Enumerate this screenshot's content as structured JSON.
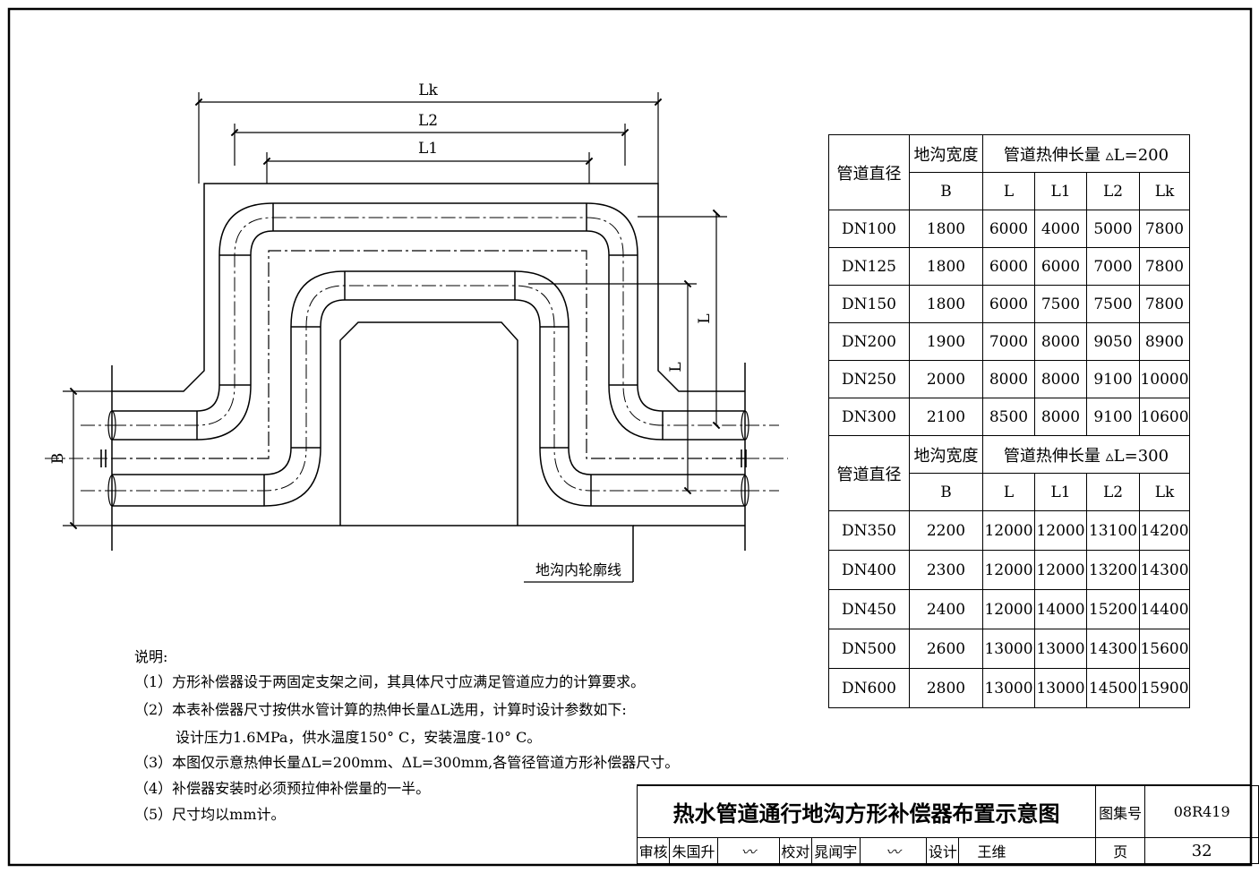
{
  "diagram": {
    "dimensions": {
      "lk": "Lk",
      "l2": "L2",
      "l1": "L1",
      "l_right": "L",
      "l_inner": "L",
      "b": "B"
    },
    "contour_label": "地沟内轮廓线"
  },
  "notes": {
    "heading": "说明:",
    "items": [
      "（1）方形补偿器设于两固定支架之间，其具体尺寸应满足管道应力的计算要求。",
      "（2）本表补偿器尺寸按供水管计算的热伸长量ΔL选用，计算时设计参数如下:",
      "设计压力1.6MPa，供水温度150° C，安装温度-10° C。",
      "（3）本图仅示意热伸长量ΔL=200mm、ΔL=300mm,各管径管道方形补偿器尺寸。",
      "（4）补偿器安装时必须预拉伸补偿量的一半。",
      "（5）尺寸均以mm计。"
    ]
  },
  "table": {
    "col_pipe": "管道直径",
    "col_width": "地沟宽度",
    "col_b": "B",
    "sub_cols": [
      "L",
      "L1",
      "L2",
      "Lk"
    ],
    "groups": [
      {
        "title": "管道热伸长量 ▵L=200",
        "rows": [
          [
            "DN100",
            "1800",
            "6000",
            "4000",
            "5000",
            "7800"
          ],
          [
            "DN125",
            "1800",
            "6000",
            "6000",
            "7000",
            "7800"
          ],
          [
            "DN150",
            "1800",
            "6000",
            "7500",
            "7500",
            "7800"
          ],
          [
            "DN200",
            "1900",
            "7000",
            "8000",
            "9050",
            "8900"
          ],
          [
            "DN250",
            "2000",
            "8000",
            "8000",
            "9100",
            "10000"
          ],
          [
            "DN300",
            "2100",
            "8500",
            "8000",
            "9100",
            "10600"
          ]
        ]
      },
      {
        "title": "管道热伸长量 ▵L=300",
        "rows": [
          [
            "DN350",
            "2200",
            "12000",
            "12000",
            "13100",
            "14200"
          ],
          [
            "DN400",
            "2300",
            "12000",
            "12000",
            "13200",
            "14300"
          ],
          [
            "DN450",
            "2400",
            "12000",
            "14000",
            "15200",
            "14400"
          ],
          [
            "DN500",
            "2600",
            "13000",
            "13000",
            "14300",
            "15600"
          ],
          [
            "DN600",
            "2800",
            "13000",
            "13000",
            "14500",
            "15900"
          ]
        ]
      }
    ]
  },
  "title_block": {
    "title": "热水管道通行地沟方形补偿器布置示意图",
    "atlas_label": "图集号",
    "atlas_no": "08R419",
    "review_label": "审核",
    "reviewer": "朱国升",
    "check_label": "校对",
    "checker": "晁闻宇",
    "design_label": "设计",
    "designer": "王维",
    "page_label": "页",
    "page_no": "32"
  }
}
